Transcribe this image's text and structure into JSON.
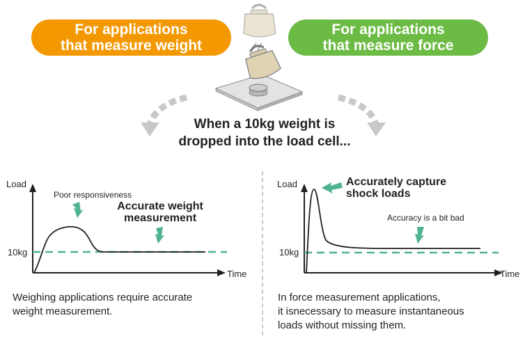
{
  "header": {
    "left_pill": {
      "line1": "For applications",
      "line2": "that measure weight",
      "color": "#f39800"
    },
    "right_pill": {
      "line1": "For applications",
      "line2": "that measure force",
      "color": "#6cbb45"
    },
    "center_line1": "When a 10kg weight is",
    "center_line2": "dropped into the load cell..."
  },
  "left_chart": {
    "y_label": "Load",
    "x_label": "Time",
    "reference_label": "10kg",
    "note_poor": "Poor responsiveness",
    "callout_line1": "Accurate weight",
    "callout_line2": "measurement",
    "caption_line1": "Weighing applications require accurate",
    "caption_line2": "weight measurement."
  },
  "right_chart": {
    "y_label": "Load",
    "x_label": "Time",
    "reference_label": "10kg",
    "callout_line1": "Accurately capture",
    "callout_line2": "shock loads",
    "note_accuracy": "Accuracy is a bit bad",
    "caption_line1": "In force measurement applications,",
    "caption_line2": "it isnecessary to measure instantaneous",
    "caption_line3": "loads without missing them."
  },
  "colors": {
    "accent_green": "#4fb38f",
    "arrow_gray": "#c8c8c8",
    "curve": "#231f20"
  },
  "icons": [
    "falling-weight-icon",
    "load-cell-icon",
    "curved-arrow-left-icon",
    "curved-arrow-right-icon",
    "callout-arrow-icon"
  ]
}
